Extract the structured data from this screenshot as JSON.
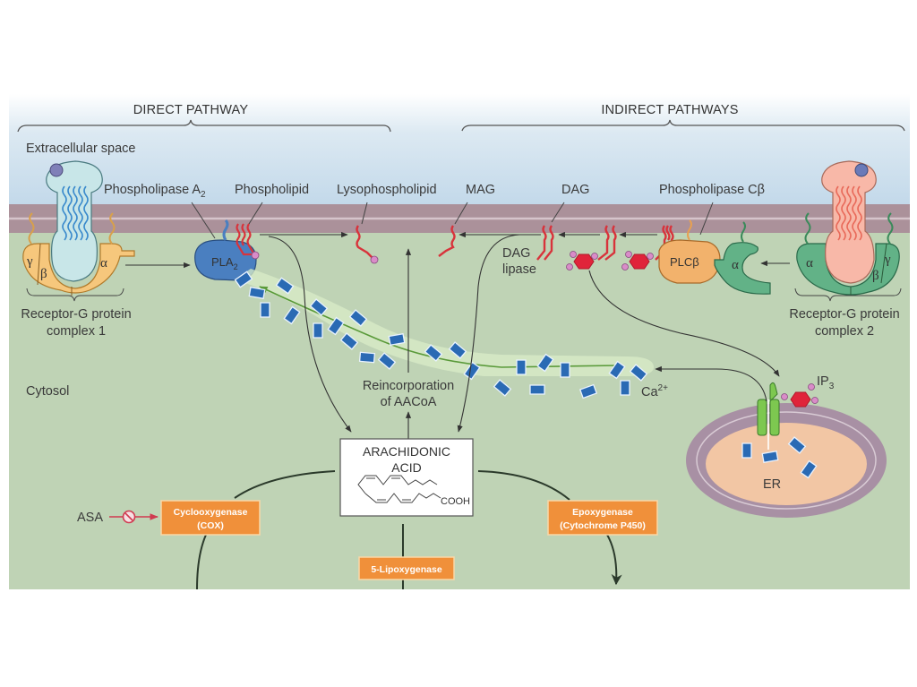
{
  "headers": {
    "direct": "DIRECT PATHWAY",
    "indirect": "INDIRECT PATHWAYS"
  },
  "regions": {
    "extracellular": "Extracellular space",
    "cytosol": "Cytosol"
  },
  "labels": {
    "pla2_enzyme": "Phospholipase A",
    "pla2_enzyme_sub": "2",
    "phospholipid": "Phospholipid",
    "lysophospholipid": "Lysophospholipid",
    "mag": "MAG",
    "dag": "DAG",
    "plcb_enzyme": "Phospholipase Cβ",
    "dag_lipase_1": "DAG",
    "dag_lipase_2": "lipase",
    "pla2_short": "PLA",
    "pla2_short_sub": "2",
    "plcb_short": "PLCβ",
    "reincorporation_1": "Reincorporation",
    "reincorporation_2": "of AACoA",
    "calcium": "Ca",
    "calcium_sup": "2+",
    "ip3": "IP",
    "ip3_sub": "3",
    "er": "ER",
    "asa": "ASA"
  },
  "receptors": {
    "complex1": {
      "line1": "Receptor-G protein",
      "line2": "complex 1",
      "alpha": "α",
      "beta": "β",
      "gamma": "γ"
    },
    "complex2": {
      "line1": "Receptor-G protein",
      "line2": "complex 2",
      "alpha": "α",
      "beta": "β",
      "gamma": "γ",
      "free_alpha": "α"
    }
  },
  "central": {
    "title_1": "ARACHIDONIC",
    "title_2": "ACID",
    "formula_group": "COOH"
  },
  "enzymes": {
    "cox_1": "Cyclooxygenase",
    "cox_2": "(COX)",
    "lox": "5-Lipoxygenase",
    "epox_1": "Epoxygenase",
    "epox_2": "(Cytochrome P450)"
  },
  "colors": {
    "extracellular_top": "#ffffff",
    "extracellular": "#c5dcec",
    "membrane": "#a98e98",
    "cytosol": "#bfd3b5",
    "enzyme_orange": "#f0903a",
    "calcium_blue": "#2a6ab4",
    "lipid_red": "#d8333b",
    "receptor1": "#c8e6e8",
    "gprotein1": "#f6c77c",
    "receptor2": "#f8b8a8",
    "gprotein2": "#62b287",
    "pla2_blue": "#4a7fc0",
    "plcb_orange": "#f2b26c",
    "er_lumen": "#f2c6a4",
    "er_membrane": "#a890a4",
    "inhibit": "#d03a50"
  }
}
